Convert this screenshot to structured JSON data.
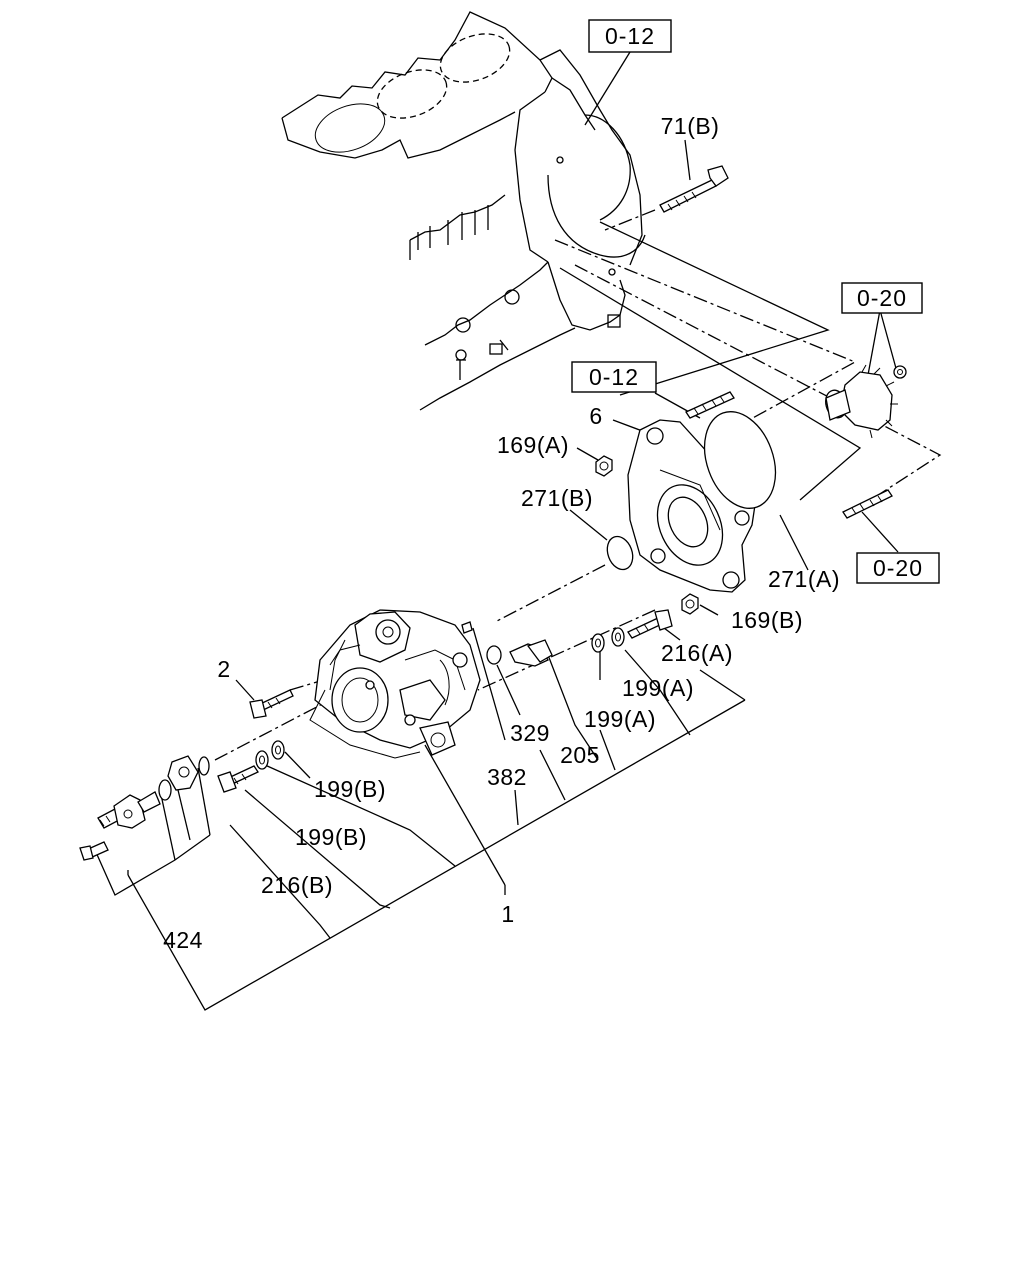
{
  "references": {
    "ref_top": "0-12",
    "ref_right_top": "0-20",
    "ref_mid": "0-12",
    "ref_right_mid": "0-20"
  },
  "labels": {
    "bolt_71b": "71(B)",
    "stud_6": "6",
    "nut_169a": "169(A)",
    "oring_271b": "271(B)",
    "oring_271a": "271(A)",
    "nut_169b": "169(B)",
    "bolt_216a": "216(A)",
    "washer_199a_1": "199(A)",
    "washer_199a_2": "199(A)",
    "bolt_2": "2",
    "oring_329": "329",
    "sensor_205": "205",
    "pin_382": "382",
    "washer_199b_1": "199(B)",
    "washer_199b_2": "199(B)",
    "bolt_216b": "216(B)",
    "pump_1": "1",
    "kit_424": "424"
  }
}
